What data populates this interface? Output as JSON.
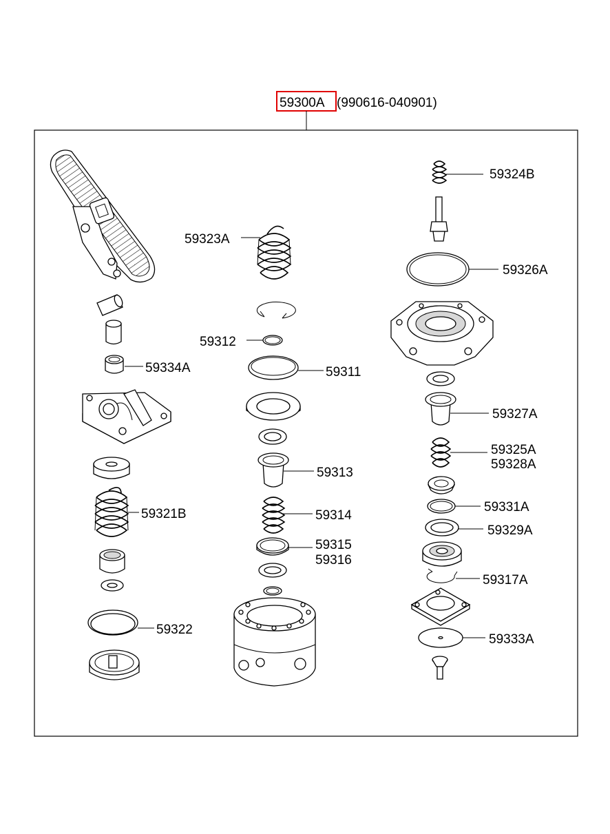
{
  "header": {
    "assembly_part_no": "59300A",
    "date_range": "(990616-040901)",
    "highlight_color": "#e00000"
  },
  "labels": {
    "p59324B": "59324B",
    "p59326A": "59326A",
    "p59323A": "59323A",
    "p59312": "59312",
    "p59311": "59311",
    "p59334A": "59334A",
    "p59327A": "59327A",
    "p59313": "59313",
    "p59325A": "59325A",
    "p59328A": "59328A",
    "p59331A": "59331A",
    "p59321B": "59321B",
    "p59314": "59314",
    "p59329A": "59329A",
    "p59315": "59315",
    "p59316": "59316",
    "p59317A": "59317A",
    "p59322": "59322",
    "p59333A": "59333A"
  }
}
